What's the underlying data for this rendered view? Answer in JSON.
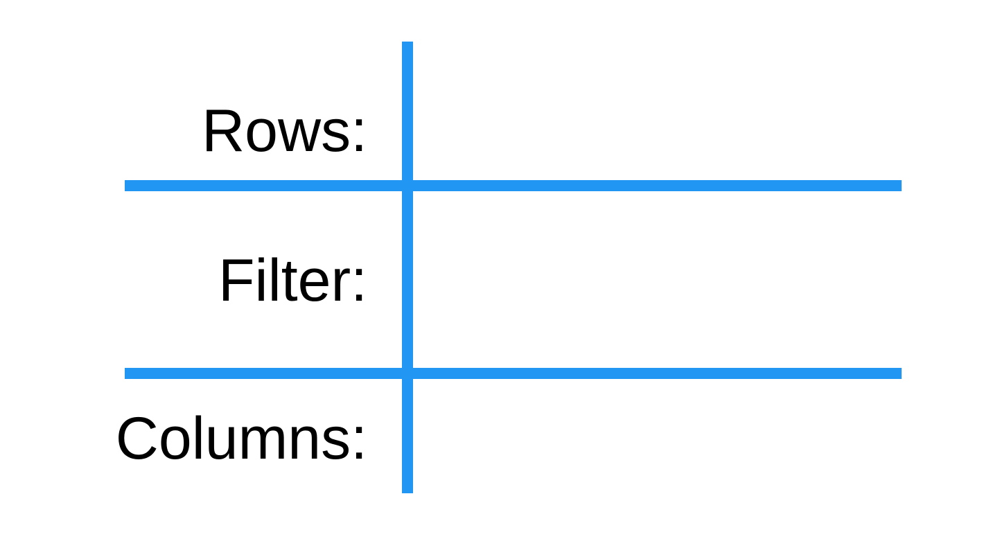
{
  "colors": {
    "line": "#2196F3",
    "text": "#000000",
    "background": "#FFFFFF"
  },
  "labels": {
    "rows": "Rows:",
    "filter": "Filter:",
    "columns": "Columns:"
  }
}
